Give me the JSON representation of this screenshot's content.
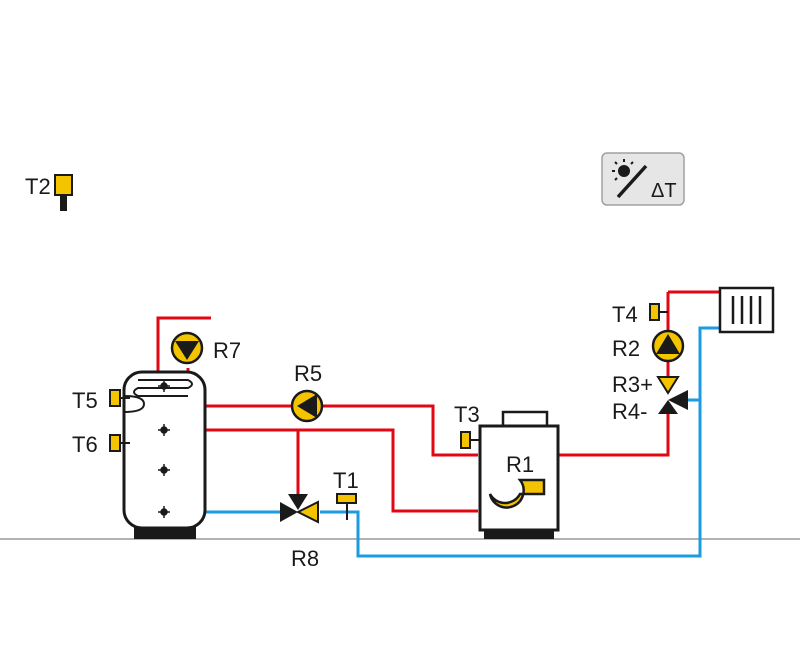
{
  "colors": {
    "supply": "#e30613",
    "return": "#1b9be0",
    "sensor": "#f5c400",
    "outline": "#1a1a1a",
    "floor": "#9a9a9a",
    "controller_bg": "#e6e6e6"
  },
  "labels": {
    "t1": "T1",
    "t2": "T2",
    "t3": "T3",
    "t4": "T4",
    "t5": "T5",
    "t6": "T6",
    "r1": "R1",
    "r2": "R2",
    "r3": "R3+",
    "r4": "R4-",
    "r5": "R5",
    "r7": "R7",
    "r8": "R8"
  },
  "controller": {
    "icon": "solar-sun-icon",
    "label": "ΔT"
  }
}
